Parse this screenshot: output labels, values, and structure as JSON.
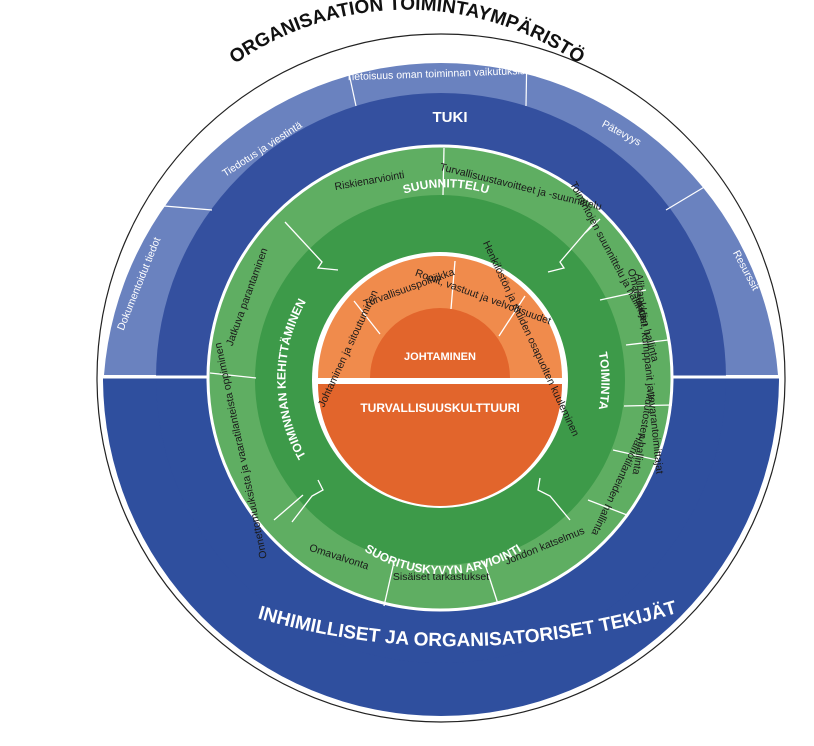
{
  "outer_title": "ORGANISAATION TOIMINTAYMPÄRISTÖ",
  "bottom_title": "INHIMILLISET JA ORGANISATORISET TEKIJÄT",
  "tuki": {
    "title": "TUKI",
    "segments": [
      "Dokumentoidut tiedot",
      "Tiedotus ja viestintä",
      "Tietoisuus oman toiminnan vaikutuksista",
      "Pätevyys",
      "Resurssit"
    ]
  },
  "green_ring": {
    "titles": {
      "suunnittelu": "SUUNNITTELU",
      "toiminta": "TOIMINTA",
      "suorituskyky": "SUORITUSKYVYN ARVIOINTI",
      "kehittaminen": "TOIMINNAN KEHITTÄMINEN"
    },
    "segments": {
      "riskienarviointi": "Riskienarviointi",
      "tavoitteet": "Turvallisuustavoitteet ja -suunnittelu",
      "toimintojen": "Toimintojen suunnittelu ja hallinta",
      "omaisuuden": "Omaisuuden hallinta",
      "alihankkijat": "Alihankkijat, kumppanit ja tavarantoimittajat",
      "muutosten": "Muutosten hallinta",
      "hairiotilanteiden": "Häiriötilanteiden hallinta",
      "johdon": "Johdon katselmus",
      "sisaiset": "Sisäiset tarkastukset",
      "omavalvonta": "Omavalvonta",
      "onnettomuuksista": "Onnettomuuksista ja vaaratilanteista oppiminen",
      "jatkuva": "Jatkuva parantaminen"
    }
  },
  "core": {
    "johtaminen": "JOHTAMINEN",
    "kulttuuri": "TURVALLISUUSKULTTUURI",
    "segments": {
      "johtaminen_sitoutuminen": "Johtaminen ja sitoutuminen",
      "politiikka": "Turvallisuuspolitiikka",
      "roolit": "Roolit, vastuut ja velvollisuudet",
      "henkiloston": "Henkilöstön ja muiden osapuolten kuuleminen"
    }
  },
  "colors": {
    "tuki_light": "#6a82bf",
    "tuki_dark": "#34509f",
    "bottom_blue": "#2f4f9e",
    "green_light": "#5fae62",
    "green_dark": "#3d9a49",
    "orange_light": "#f08b4c",
    "orange_dark": "#e2652c"
  }
}
